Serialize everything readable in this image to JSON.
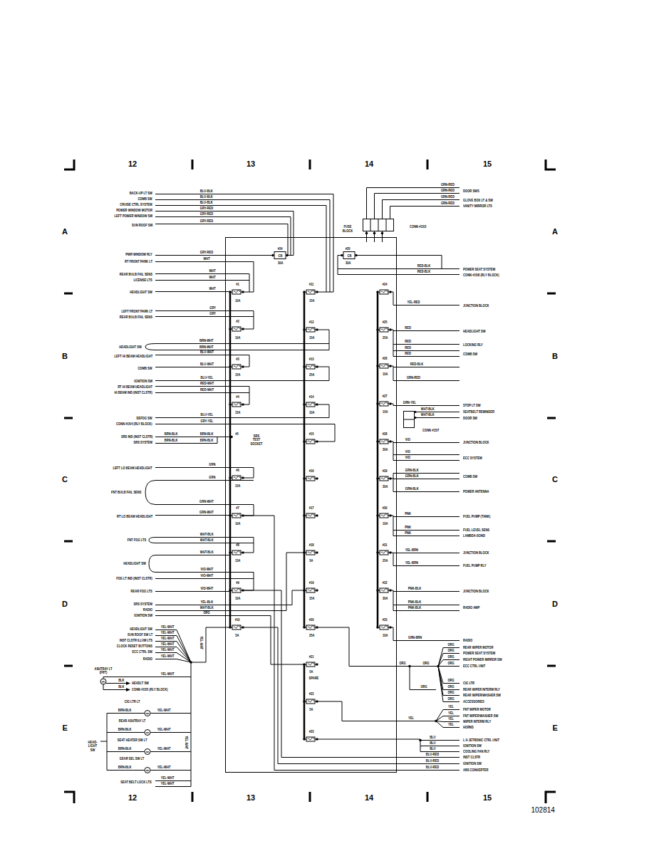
{
  "diagram": {
    "nodes": [
      {
        "text": [
          "FUSE BLOCK"
        ]
      },
      {
        "text": [
          "CONN #15/3"
        ]
      },
      {
        "text": [
          "CONN #15/7"
        ]
      }
    ],
    "labels": [
      "12",
      "13",
      "14",
      "15",
      "A",
      "A",
      "B",
      "B",
      "C",
      "C",
      "D",
      "D",
      "E",
      "E",
      "12",
      "13",
      "14",
      "15",
      "102814",
      "BACK-UP LT SW",
      "BLU-BLK",
      "COMB SW",
      "BLU-BLK",
      "CRUISE CTRL SYSTEM",
      "BLU-BLK",
      "POWER WINDOW MOTOR",
      "GRY-RED",
      "LEFT POWER WINDOW SW",
      "GRY-RED",
      "SUN ROOF SW",
      "GRY-RED",
      "PWR WINDOW RLY",
      "GRY-RED",
      "RT FRONT PARK LT",
      "WHT",
      "REAR BULB FAIL SENS",
      "WHT",
      "LICENSE LTS",
      "WHT",
      "HEADLIGHT SW",
      "WHT",
      "LEFT FRONT PARK LT",
      "GRY",
      "REAR BULB FAIL SENS",
      "GRY",
      "HEADLIGHT SW",
      "BRN-WHT",
      "BRN-WHT",
      "LEFT HI BEAM HEADLIGHT",
      "BLU-WHT",
      "COMB SW",
      "BLU-WHT",
      "IGNITION SW",
      "BLU-YEL",
      "RT HI BEAM HEADLIGHT",
      "RED-WHT",
      "HI BEAM IND (INST CLSTR)",
      "RED-WHT",
      "DEFOG SW",
      "BLU-YEL",
      "CONN #15/4 (RLY BLOCK)",
      "GRY-YEL",
      "SRS IND (INST CLSTR)",
      "BRN-BLK",
      "BRN-BLK",
      "SRS SYSTEM",
      "BRN-BLK",
      "BRN-BLK",
      "#5",
      "SRS TEST SOCKET",
      "LEFT LO BEAM HEADLIGHT",
      "GRN",
      "GRN",
      "FNT BULB FAIL SENS",
      "GRN-WHT",
      "RT LO BEAM HEADLIGHT",
      "GRN-WHT",
      "FNT FOG LTS",
      "WHT-BLK",
      "WHT-BLK",
      "HEADLIGHT SW",
      "WHT-BLK",
      "VIO-WHT",
      "VIO-WHT",
      "FOG LT IND (INST CLSTR)",
      "REAR FOG LTS",
      "VIO-WHT",
      "SRS SYSTEM",
      "YEL-BLK",
      "RADIO",
      "WHT-BLK",
      "IGNITION SW",
      "ORG",
      "HEADLIGHT SW",
      "YEL-WHT",
      "SUN ROOF SW LT",
      "YEL-WHT",
      "INST CLSTR ILLUM LTS",
      "YEL-WHT",
      "CLOCK RESET BUTTONS",
      "YEL-WHT",
      "ECC CTRL SW",
      "YEL-WHT",
      "RADIO",
      "YEL-WHT",
      "YEL-WHT",
      "ASHTRAY LT (FRT)",
      "YEL-WHT",
      "BLK",
      "HEADLT SW",
      "BLK",
      "CONN #15/5 (RLY BLOCK)",
      "CIG LTR LT",
      "BRN-BLK",
      "YEL-WHT",
      "REAR ASHTRAY LT",
      "BRN-BLK",
      "YEL-WHT",
      "SEAT HEATER SW LT",
      "BRN-BLK",
      "YEL-WHT",
      "GEAR SEL SW LT",
      "BRN-BLK",
      "YEL-WHT",
      "HEAD- LIGHT SW",
      "YEL-WHT",
      "SEAT BELT LOCK LTS",
      "YEL-WHT",
      "YEL-WHT",
      "#34",
      "CB",
      "30A",
      "#35",
      "CB",
      "30A",
      "#1",
      "10A",
      "#2",
      "10A",
      "#3",
      "15A",
      "#4",
      "15A",
      "#6",
      "15A",
      "#7",
      "10A",
      "#8",
      "15A",
      "#9",
      "10A",
      "#10",
      "5A",
      "#11",
      "15A",
      "#12",
      "15A",
      "#13",
      "25A",
      "#14",
      "10A",
      "#15",
      "#16",
      "#17",
      "#18",
      "5A",
      "#19",
      "15A",
      "#20",
      "25A",
      "#21",
      "5A",
      "SPARE",
      "#22",
      "5A",
      "#23",
      "#24",
      "#25",
      "25A",
      "#26",
      "10A",
      "#27",
      "15A",
      "#28",
      "30A",
      "#29",
      "30A",
      "#30",
      "10A",
      "#31",
      "25A",
      "#32",
      "30A",
      "#33",
      "10A",
      "GRN-RED",
      "GRN-RED",
      "GRN-RED",
      "GRN-RED",
      "DOOR SWS",
      "GLOVE BOX LT & SW",
      "VANITY MIRROR LTS",
      "RED-BLK",
      "RED-BLK",
      "POWER SEAT SYSTEM",
      "CONN #15/8 (RLY BLOCK)",
      "YEL-RED",
      "JUNCTION BLOCK",
      "RED",
      "HEADLIGHT SW",
      "RED",
      "LOCKING RLY",
      "RED",
      "RED",
      "COMB SW",
      "RED-BLK",
      "GRN-RED",
      "GRN-YEL",
      "STOP LT SW",
      "WHT-BLK",
      "SEATBELT REMINDER",
      "WHT-BLK",
      "DOOR SW",
      "VIO",
      "JUNCTION BLOCK",
      "VIO",
      "VIO",
      "ECC SYSTEM",
      "GRN-BLK",
      "GRN-BLK",
      "COMB SW",
      "GRN-BLK",
      "POWER ANTENNA",
      "PNK",
      "FUEL PUMP (TANK)",
      "PNK",
      "FUEL LEVEL SENS",
      "PNK",
      "LAMBDA-SOND",
      "YEL-BRN",
      "JUNCTION BLOCK",
      "YEL-BRN",
      "FUEL PUMP RLY",
      "PNK-BLK",
      "JUNCTION BLOCK",
      "PNK-BLK",
      "PNK-BLK",
      "RADIO AMP",
      "GRN-BRN",
      "RADIO",
      "ORG",
      "REAR WIPER MOTOR",
      "ORG",
      "POWER SEAT SYSTEM",
      "ORG",
      "RIGHT POWER MIRROR SW",
      "ORG",
      "ORG",
      "ORG",
      "ECC CTRL UNIT",
      "ORG",
      "CIG LTR",
      "ORG",
      "ORG",
      "REAR WIPER INTERM RLY",
      "ORG",
      "REAR WIPER/WASHER SW",
      "ORG",
      "ACCESSORIES",
      "YEL",
      "FNT WIPER MOTOR",
      "YEL",
      "FNT WIPER/WASHER SW",
      "YEL",
      "YEL",
      "WIPER INTERM RLY",
      "YEL",
      "HORNS",
      "BLU",
      "L H JETRONIC CTRL UNIT",
      "BLU",
      "IGNITION SW",
      "BLU",
      "COOLING FAN RLY",
      "BLU-RED",
      "INST CLSTR",
      "BLU-RED",
      "IGNITION SW",
      "BLU-RED",
      "ABS CONVERTER"
    ]
  }
}
